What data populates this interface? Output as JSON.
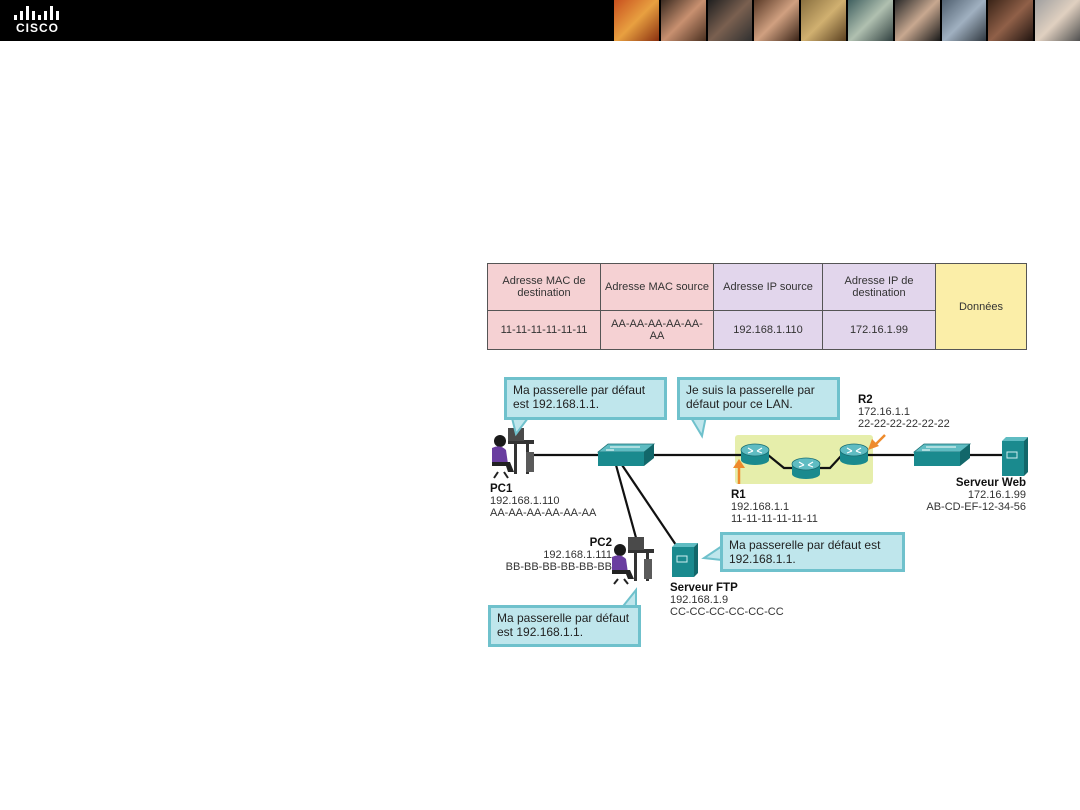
{
  "brand": {
    "logo_text": "CISCO"
  },
  "colors": {
    "mac": "#f5d1d3",
    "ip": "#e2d6ec",
    "data": "#fbeea8",
    "callout_bg": "#bfe6ec",
    "callout_border": "#6fc1cc",
    "device": "#1a8a8e",
    "arrow": "#ee8a2c"
  },
  "frame": {
    "headers": [
      "Adresse MAC de destination",
      "Adresse MAC source",
      "Adresse IP source",
      "Adresse IP de destination"
    ],
    "values": [
      "11-11-11-11-11-11",
      "AA-AA-AA-AA-AA-AA",
      "192.168.1.110",
      "172.16.1.99"
    ],
    "data_label": "Données"
  },
  "callouts": {
    "pc1": "Ma passerelle par défaut est 192.168.1.1.",
    "r1": "Je suis la passerelle par défaut pour ce LAN.",
    "ftp": "Ma passerelle par défaut est 192.168.1.1.",
    "pc2": "Ma passerelle par défaut est 192.168.1.1."
  },
  "devices": {
    "pc1": {
      "name": "PC1",
      "ip": "192.168.1.110",
      "mac": "AA-AA-AA-AA-AA-AA"
    },
    "pc2": {
      "name": "PC2",
      "ip": "192.168.1.111",
      "mac": "BB-BB-BB-BB-BB-BB"
    },
    "ftp": {
      "name": "Serveur FTP",
      "ip": "192.168.1.9",
      "mac": "CC-CC-CC-CC-CC-CC"
    },
    "r1": {
      "name": "R1",
      "ip": "192.168.1.1",
      "mac": "11-11-11-11-11-11"
    },
    "r2": {
      "name": "R2",
      "ip": "172.16.1.1",
      "mac": "22-22-22-22-22-22"
    },
    "web": {
      "name": "Serveur Web",
      "ip": "172.16.1.99",
      "mac": "AB-CD-EF-12-34-56"
    }
  }
}
